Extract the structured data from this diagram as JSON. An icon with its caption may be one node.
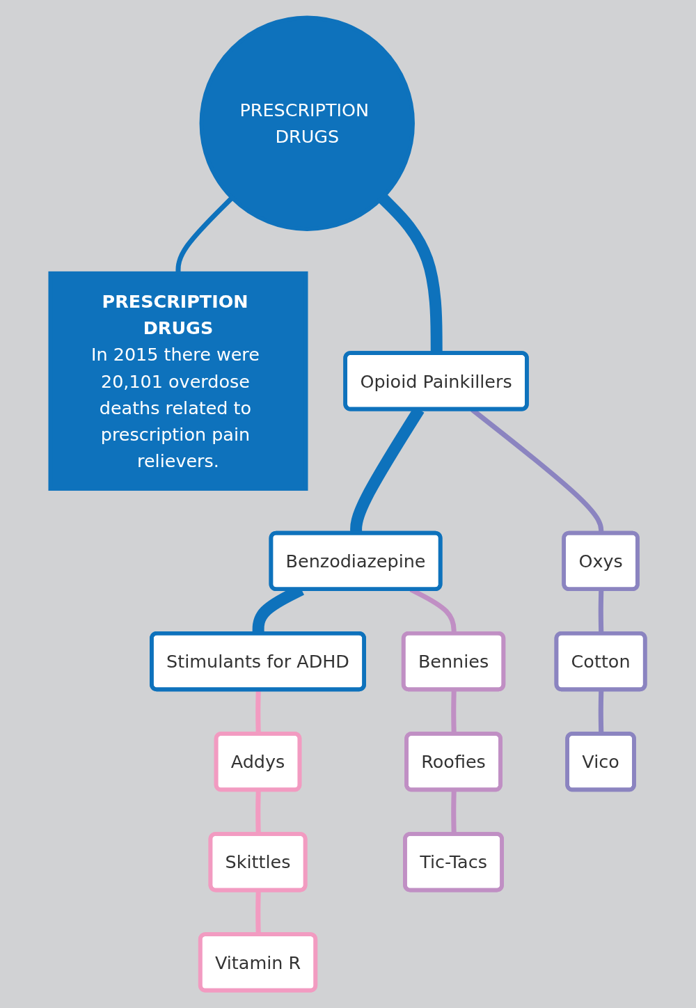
{
  "diagram": {
    "nodes": [
      {
        "text": [
          "PRESCRIPTION DRUGS"
        ]
      },
      {
        "text": [
          "PRESCRIPTION DRUGS",
          "In 2015 there were 20,101 overdose deaths related to prescription pain relievers."
        ]
      },
      {
        "text": [
          "Opioid Painkillers"
        ]
      },
      {
        "text": [
          "Benzodiazepine"
        ]
      },
      {
        "text": [
          "Stimulants for ADHD"
        ]
      },
      {
        "text": [
          "Addys"
        ]
      },
      {
        "text": [
          "Skittles"
        ]
      },
      {
        "text": [
          "Vitamin R"
        ]
      },
      {
        "text": [
          "Bennies"
        ]
      },
      {
        "text": [
          "Roofies"
        ]
      },
      {
        "text": [
          "Tic-Tacs"
        ]
      },
      {
        "text": [
          "Oxys"
        ]
      },
      {
        "text": [
          "Cotton"
        ]
      },
      {
        "text": [
          "Vico"
        ]
      }
    ],
    "edges": [
      {
        "from": 0,
        "to": 1,
        "arrow": "none"
      },
      {
        "from": 0,
        "to": 2,
        "arrow": "none",
        "style": "thick"
      },
      {
        "from": 2,
        "to": 3,
        "arrow": "none",
        "style": "thick"
      },
      {
        "from": 3,
        "to": 4,
        "arrow": "none",
        "style": "thick"
      },
      {
        "from": 4,
        "to": 5,
        "arrow": "none",
        "color": "#f29bc1"
      },
      {
        "from": 5,
        "to": 6,
        "arrow": "none",
        "color": "#f29bc1"
      },
      {
        "from": 6,
        "to": 7,
        "arrow": "none",
        "color": "#f29bc1"
      },
      {
        "from": 3,
        "to": 8,
        "arrow": "none",
        "color": "#c08fc4"
      },
      {
        "from": 8,
        "to": 9,
        "arrow": "none",
        "color": "#c08fc4"
      },
      {
        "from": 9,
        "to": 10,
        "arrow": "none",
        "color": "#c08fc4"
      },
      {
        "from": 2,
        "to": 11,
        "arrow": "none",
        "color": "#8b84c0"
      },
      {
        "from": 11,
        "to": 12,
        "arrow": "none",
        "color": "#8b84c0"
      },
      {
        "from": 12,
        "to": 13,
        "arrow": "none",
        "color": "#8b84c0"
      }
    ]
  }
}
